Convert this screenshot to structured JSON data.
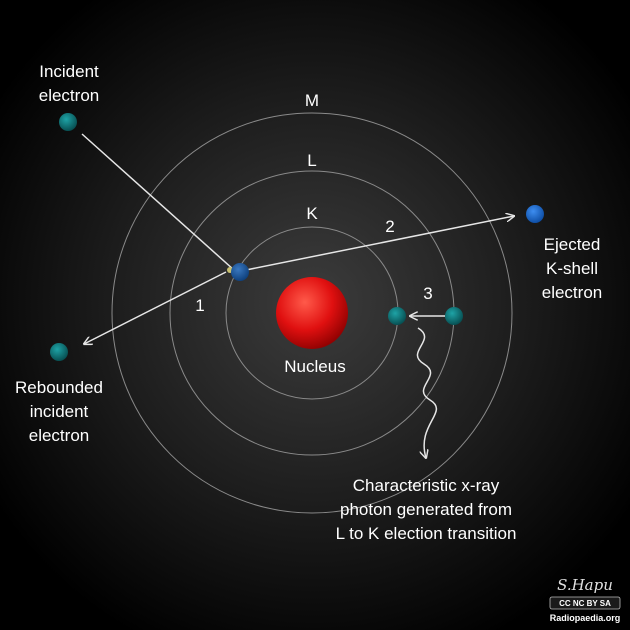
{
  "labels": {
    "incident_line1": "Incident",
    "incident_line2": "electron",
    "ejected_line1": "Ejected",
    "ejected_line2": "K-shell",
    "ejected_line3": "electron",
    "rebounded_line1": "Rebounded",
    "rebounded_line2": "incident",
    "rebounded_line3": "electron",
    "nucleus": "Nucleus",
    "photon_line1": "Characteristic x-ray",
    "photon_line2": "photon generated from",
    "photon_line3": "L to K election transition"
  },
  "shells": {
    "m": "M",
    "l": "L",
    "k": "K"
  },
  "steps": {
    "one": "1",
    "two": "2",
    "three": "3"
  },
  "credit": {
    "signature": "S.Hapu",
    "license": "CC NC BY SA",
    "site": "Radiopaedia.org"
  },
  "colors": {
    "background_center": "#3a3a3a",
    "background_edge": "#000000",
    "orbit": "#8a8a8a",
    "nucleus": "#e01010",
    "electron_teal": "#0e6f73",
    "electron_blue": "#1e6fd0",
    "arrow": "#e6e6e6"
  }
}
